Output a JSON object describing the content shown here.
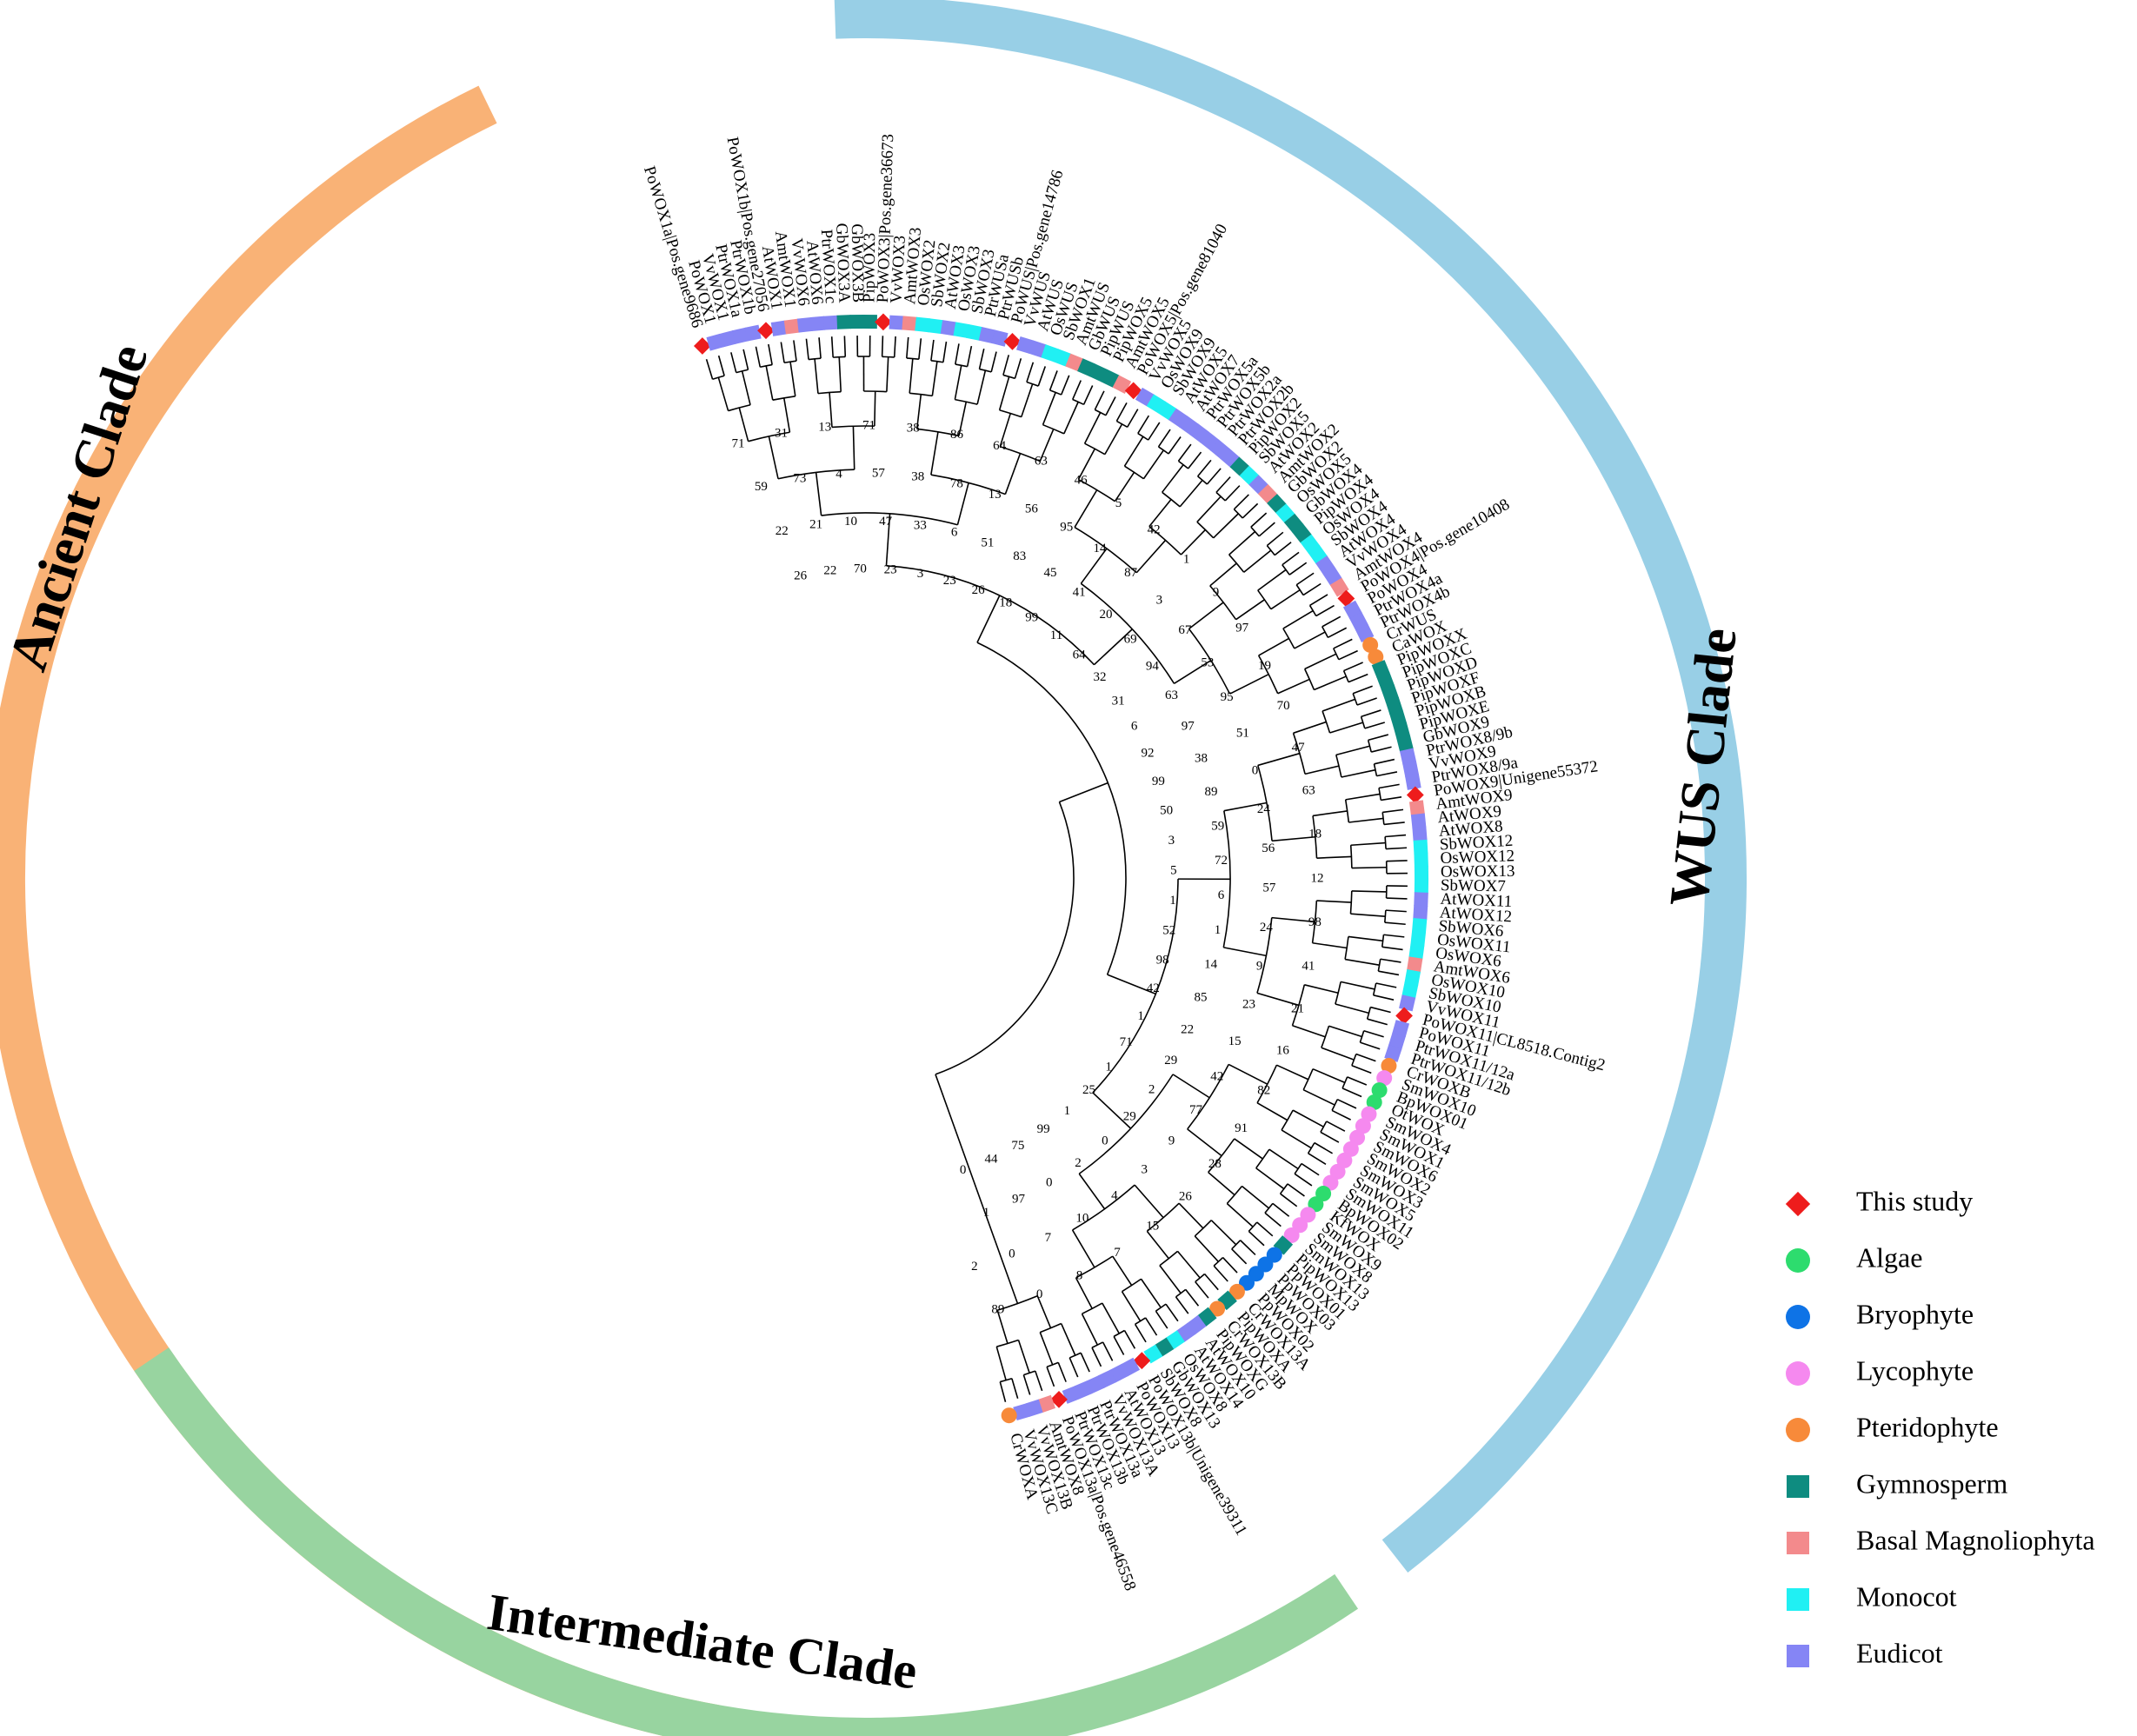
{
  "clades": [
    {
      "name": "Ancient Clade",
      "color": "#f9b276",
      "start": 190,
      "end": 334
    },
    {
      "name": "WUS Clade",
      "color": "#98cfe6",
      "start": 358,
      "end": 142
    },
    {
      "name": "Intermediate Clade",
      "color": "#98d4a0",
      "start": 146,
      "end": 236
    }
  ],
  "legend": [
    {
      "label": "This study",
      "shape": "diamond",
      "color": "#ee1c1c"
    },
    {
      "label": "Algae",
      "shape": "circle",
      "color": "#2ddc6e"
    },
    {
      "label": "Bryophyte",
      "shape": "circle",
      "color": "#0e73e6"
    },
    {
      "label": "Lycophyte",
      "shape": "circle",
      "color": "#f589ef"
    },
    {
      "label": "Pteridophyte",
      "shape": "circle",
      "color": "#f78a3a"
    },
    {
      "label": "Gymnosperm",
      "shape": "square",
      "color": "#0e8c80"
    },
    {
      "label": "Basal Magnoliophyta",
      "shape": "square",
      "color": "#f38a8c"
    },
    {
      "label": "Monocot",
      "shape": "square",
      "color": "#20f0f3"
    },
    {
      "label": "Eudicot",
      "shape": "square",
      "color": "#8585f5"
    }
  ],
  "leaves": [
    {
      "name": "PoWOX1a|Pos.gene9686",
      "group": "This study"
    },
    {
      "name": "PoWOX1",
      "group": "Eudicot"
    },
    {
      "name": "VvWOX1",
      "group": "Eudicot"
    },
    {
      "name": "PtrWOX1a",
      "group": "Eudicot"
    },
    {
      "name": "PtrWOX1b",
      "group": "Eudicot"
    },
    {
      "name": "PoWOX1b|Pos.gene27056",
      "group": "This study"
    },
    {
      "name": "AtWOX1",
      "group": "Eudicot"
    },
    {
      "name": "AmtWOX1",
      "group": "Basal Magnoliophyta"
    },
    {
      "name": "VvWOX6",
      "group": "Eudicot"
    },
    {
      "name": "AtWOX6",
      "group": "Eudicot"
    },
    {
      "name": "PtrWOX1c",
      "group": "Eudicot"
    },
    {
      "name": "GbWOX3A",
      "group": "Gymnosperm"
    },
    {
      "name": "GbWOX3B",
      "group": "Gymnosperm"
    },
    {
      "name": "PipWOX3",
      "group": "Gymnosperm"
    },
    {
      "name": "PoWOX3|Pos.gene36673",
      "group": "This study"
    },
    {
      "name": "VvWOX3",
      "group": "Eudicot"
    },
    {
      "name": "AmtWOX3",
      "group": "Basal Magnoliophyta"
    },
    {
      "name": "OsWOX2",
      "group": "Monocot"
    },
    {
      "name": "SbWOX2",
      "group": "Monocot"
    },
    {
      "name": "AtWOX3",
      "group": "Eudicot"
    },
    {
      "name": "OsWOX3",
      "group": "Monocot"
    },
    {
      "name": "SbWOX3",
      "group": "Monocot"
    },
    {
      "name": "PtrWUSa",
      "group": "Eudicot"
    },
    {
      "name": "PtrWUSb",
      "group": "Eudicot"
    },
    {
      "name": "PoWUS|Pos.gene14786",
      "group": "This study"
    },
    {
      "name": "VvWUS",
      "group": "Eudicot"
    },
    {
      "name": "AtWUS",
      "group": "Eudicot"
    },
    {
      "name": "OsWUS",
      "group": "Monocot"
    },
    {
      "name": "SbWOX1",
      "group": "Monocot"
    },
    {
      "name": "AmtWUS",
      "group": "Basal Magnoliophyta"
    },
    {
      "name": "GbWUS",
      "group": "Gymnosperm"
    },
    {
      "name": "PipWUS",
      "group": "Gymnosperm"
    },
    {
      "name": "PipWOX5",
      "group": "Gymnosperm"
    },
    {
      "name": "AmtWOX5",
      "group": "Basal Magnoliophyta"
    },
    {
      "name": "PoWOX5|Pos.gene81040",
      "group": "This study"
    },
    {
      "name": "VvWOX5",
      "group": "Eudicot"
    },
    {
      "name": "OsWOX9",
      "group": "Monocot"
    },
    {
      "name": "SbWOX9",
      "group": "Monocot"
    },
    {
      "name": "AtWOX5",
      "group": "Eudicot"
    },
    {
      "name": "AtWOX7",
      "group": "Eudicot"
    },
    {
      "name": "PtrWOX5a",
      "group": "Eudicot"
    },
    {
      "name": "PtrWOX5b",
      "group": "Eudicot"
    },
    {
      "name": "PtrWOX2a",
      "group": "Eudicot"
    },
    {
      "name": "PtrWOX2b",
      "group": "Eudicot"
    },
    {
      "name": "PipWOX2",
      "group": "Gymnosperm"
    },
    {
      "name": "SbWOX5",
      "group": "Monocot"
    },
    {
      "name": "AtWOX2",
      "group": "Eudicot"
    },
    {
      "name": "AmtWOX2",
      "group": "Basal Magnoliophyta"
    },
    {
      "name": "GbWOX2",
      "group": "Gymnosperm"
    },
    {
      "name": "OsWOX5",
      "group": "Monocot"
    },
    {
      "name": "GbWOX4",
      "group": "Gymnosperm"
    },
    {
      "name": "PipWOX4",
      "group": "Gymnosperm"
    },
    {
      "name": "OsWOX4",
      "group": "Monocot"
    },
    {
      "name": "SbWOX4",
      "group": "Monocot"
    },
    {
      "name": "AtWOX4",
      "group": "Eudicot"
    },
    {
      "name": "VvWOX4",
      "group": "Eudicot"
    },
    {
      "name": "AmtWOX4",
      "group": "Basal Magnoliophyta"
    },
    {
      "name": "PoWOX4|Pos.gene10408",
      "group": "This study"
    },
    {
      "name": "PoWOX4",
      "group": "Eudicot"
    },
    {
      "name": "PtrWOX4a",
      "group": "Eudicot"
    },
    {
      "name": "PtrWOX4b",
      "group": "Eudicot"
    },
    {
      "name": "CrWUS",
      "group": "Pteridophyte"
    },
    {
      "name": "CaWOX",
      "group": "Pteridophyte"
    },
    {
      "name": "PipWOXX",
      "group": "Gymnosperm"
    },
    {
      "name": "PipWOXC",
      "group": "Gymnosperm"
    },
    {
      "name": "PipWOXD",
      "group": "Gymnosperm"
    },
    {
      "name": "PipWOXF",
      "group": "Gymnosperm"
    },
    {
      "name": "PipWOXB",
      "group": "Gymnosperm"
    },
    {
      "name": "PipWOXE",
      "group": "Gymnosperm"
    },
    {
      "name": "GbWOX9",
      "group": "Gymnosperm"
    },
    {
      "name": "PtrWOX8/9b",
      "group": "Eudicot"
    },
    {
      "name": "VvWOX9",
      "group": "Eudicot"
    },
    {
      "name": "PtrWOX8/9a",
      "group": "Eudicot"
    },
    {
      "name": "PoWOX9|Unigene55372",
      "group": "This study"
    },
    {
      "name": "AmtWOX9",
      "group": "Basal Magnoliophyta"
    },
    {
      "name": "AtWOX9",
      "group": "Eudicot"
    },
    {
      "name": "AtWOX8",
      "group": "Eudicot"
    },
    {
      "name": "SbWOX12",
      "group": "Monocot"
    },
    {
      "name": "OsWOX12",
      "group": "Monocot"
    },
    {
      "name": "OsWOX13",
      "group": "Monocot"
    },
    {
      "name": "SbWOX7",
      "group": "Monocot"
    },
    {
      "name": "AtWOX11",
      "group": "Eudicot"
    },
    {
      "name": "AtWOX12",
      "group": "Eudicot"
    },
    {
      "name": "SbWOX6",
      "group": "Monocot"
    },
    {
      "name": "OsWOX11",
      "group": "Monocot"
    },
    {
      "name": "OsWOX6",
      "group": "Monocot"
    },
    {
      "name": "AmtWOX6",
      "group": "Basal Magnoliophyta"
    },
    {
      "name": "OsWOX10",
      "group": "Monocot"
    },
    {
      "name": "SbWOX10",
      "group": "Monocot"
    },
    {
      "name": "VvWOX11",
      "group": "Eudicot"
    },
    {
      "name": "PoWOX11|CL8518.Contig2",
      "group": "This study"
    },
    {
      "name": "PoWOX11",
      "group": "Eudicot"
    },
    {
      "name": "PtrWOX11/12a",
      "group": "Eudicot"
    },
    {
      "name": "PtrWOX11/12b",
      "group": "Eudicot"
    },
    {
      "name": "CrWOXB",
      "group": "Pteridophyte"
    },
    {
      "name": "SmWOX10",
      "group": "Lycophyte"
    },
    {
      "name": "BpWOX01",
      "group": "Algae"
    },
    {
      "name": "OtWOX",
      "group": "Algae"
    },
    {
      "name": "SmWOX4",
      "group": "Lycophyte"
    },
    {
      "name": "SmWOX1",
      "group": "Lycophyte"
    },
    {
      "name": "SmWOX6",
      "group": "Lycophyte"
    },
    {
      "name": "SmWOX2",
      "group": "Lycophyte"
    },
    {
      "name": "SmWOX3",
      "group": "Lycophyte"
    },
    {
      "name": "SmWOX5",
      "group": "Lycophyte"
    },
    {
      "name": "SmWOX11",
      "group": "Lycophyte"
    },
    {
      "name": "BpWOX02",
      "group": "Algae"
    },
    {
      "name": "KfWOX",
      "group": "Algae"
    },
    {
      "name": "SmWOX9",
      "group": "Lycophyte"
    },
    {
      "name": "SmWOX8",
      "group": "Lycophyte"
    },
    {
      "name": "SmWOX13",
      "group": "Lycophyte"
    },
    {
      "name": "PipWOX13",
      "group": "Gymnosperm"
    },
    {
      "name": "PpWOX01",
      "group": "Bryophyte"
    },
    {
      "name": "PpWOX03",
      "group": "Bryophyte"
    },
    {
      "name": "MpWOX",
      "group": "Bryophyte"
    },
    {
      "name": "PpWOX02",
      "group": "Bryophyte"
    },
    {
      "name": "CrWOX13A",
      "group": "Pteridophyte"
    },
    {
      "name": "PipWOXA",
      "group": "Gymnosperm"
    },
    {
      "name": "CrWOX13B",
      "group": "Pteridophyte"
    },
    {
      "name": "PipWOXG",
      "group": "Gymnosperm"
    },
    {
      "name": "AtWOX10",
      "group": "Eudicot"
    },
    {
      "name": "AtWOX14",
      "group": "Eudicot"
    },
    {
      "name": "OsWOX8",
      "group": "Monocot"
    },
    {
      "name": "GbWOX13",
      "group": "Gymnosperm"
    },
    {
      "name": "SbWOX8",
      "group": "Monocot"
    },
    {
      "name": "PoWOX13b|Unigene39311",
      "group": "This study"
    },
    {
      "name": "PoWOX13",
      "group": "Eudicot"
    },
    {
      "name": "AtWOX13",
      "group": "Eudicot"
    },
    {
      "name": "VvWOX13A",
      "group": "Eudicot"
    },
    {
      "name": "PtrWOX13a",
      "group": "Eudicot"
    },
    {
      "name": "PtrWOX13b",
      "group": "Eudicot"
    },
    {
      "name": "PtrWOX13c",
      "group": "Eudicot"
    },
    {
      "name": "PoWOX13a|Pos.gene46558",
      "group": "This study"
    },
    {
      "name": "AmtWOX8",
      "group": "Basal Magnoliophyta"
    },
    {
      "name": "VvWOX13B",
      "group": "Eudicot"
    },
    {
      "name": "VvWOX13C",
      "group": "Eudicot"
    },
    {
      "name": "CrWOXA",
      "group": "Pteridophyte"
    }
  ],
  "bootstrap": [
    "71",
    "59",
    "22",
    "26",
    "31",
    "73",
    "21",
    "22",
    "13",
    "4",
    "10",
    "70",
    "71",
    "57",
    "47",
    "23",
    "38",
    "38",
    "33",
    "3",
    "86",
    "78",
    "6",
    "23",
    "64",
    "13",
    "51",
    "26",
    "63",
    "56",
    "83",
    "18",
    "46",
    "95",
    "45",
    "99",
    "5",
    "14",
    "41",
    "11",
    "42",
    "87",
    "20",
    "64",
    "1",
    "3",
    "69",
    "32",
    "9",
    "67",
    "94",
    "31",
    "97",
    "53",
    "63",
    "6",
    "19",
    "95",
    "97",
    "92",
    "70",
    "51",
    "38",
    "99",
    "47",
    "0",
    "89",
    "50",
    "63",
    "24",
    "59",
    "3",
    "18",
    "56",
    "72",
    "5",
    "12",
    "57",
    "6",
    "1",
    "98",
    "24",
    "1",
    "52",
    "41",
    "9",
    "14",
    "98",
    "21",
    "23",
    "85",
    "42",
    "16",
    "15",
    "22",
    "1",
    "82",
    "42",
    "29",
    "71",
    "91",
    "77",
    "2",
    "1",
    "28",
    "9",
    "29",
    "25",
    "26",
    "3",
    "0",
    "1",
    "15",
    "4",
    "2",
    "99",
    "7",
    "10",
    "0",
    "75",
    "8",
    "7",
    "97",
    "44",
    "0",
    "0",
    "1",
    "0",
    "89",
    "2"
  ]
}
